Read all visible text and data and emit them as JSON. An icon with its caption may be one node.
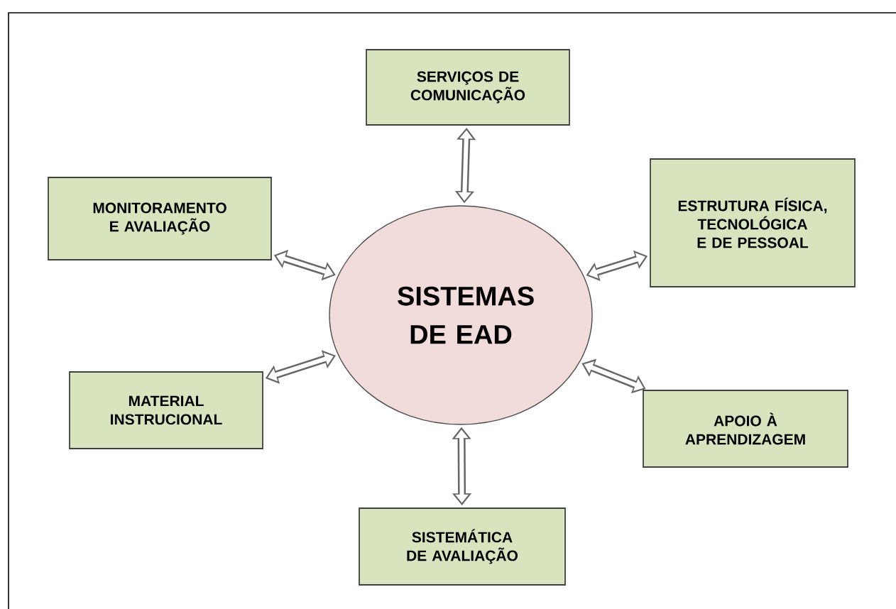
{
  "diagram": {
    "nodes": [
      {
        "text": [
          "SERVIÇOS DE COMUNICAÇÃO"
        ]
      },
      {
        "text": [
          "MONITORAMENTO E AVALIAÇÃO"
        ]
      },
      {
        "text": [
          "ESTRUTURA FÍSICA, TECNOLÓGICA E DE PESSOAL"
        ]
      },
      {
        "text": [
          "SISTEMAS DE EAD"
        ]
      },
      {
        "text": [
          "MATERIAL INSTRUCIONAL"
        ]
      },
      {
        "text": [
          "APOIO À APRENDIZAGEM"
        ]
      },
      {
        "text": [
          "SISTEMÁTICA DE AVALIAÇÃO"
        ]
      }
    ],
    "edges": [
      {
        "from": 3,
        "to": 0,
        "arrow": "both"
      },
      {
        "from": 3,
        "to": 1,
        "arrow": "both"
      },
      {
        "from": 3,
        "to": 2,
        "arrow": "both"
      },
      {
        "from": 3,
        "to": 4,
        "arrow": "both"
      },
      {
        "from": 3,
        "to": 5,
        "arrow": "both"
      },
      {
        "from": 3,
        "to": 6,
        "arrow": "both"
      }
    ]
  }
}
